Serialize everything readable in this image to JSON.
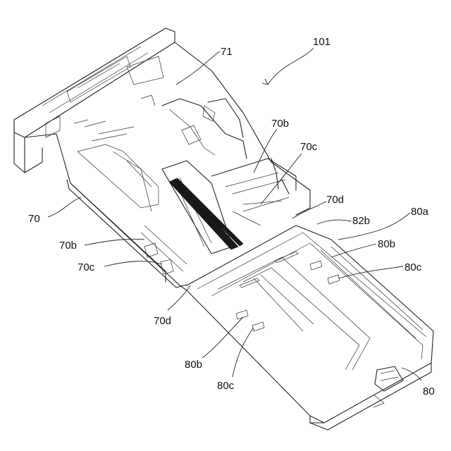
{
  "figure": {
    "assembly_ref": "101",
    "labels": {
      "tray_upper": "71",
      "tray_main": "70",
      "rib_70b_upper": "70b",
      "rib_70c_upper": "70c",
      "rib_70d_upper": "70d",
      "rib_70b_lower": "70b",
      "rib_70c_lower": "70c",
      "rib_70d_lower": "70d",
      "ext_82b": "82b",
      "ext_80a": "80a",
      "ext_80b_right": "80b",
      "ext_80c_right": "80c",
      "ext_80b_lower": "80b",
      "ext_80c_lower": "80c",
      "ext_main": "80"
    }
  }
}
